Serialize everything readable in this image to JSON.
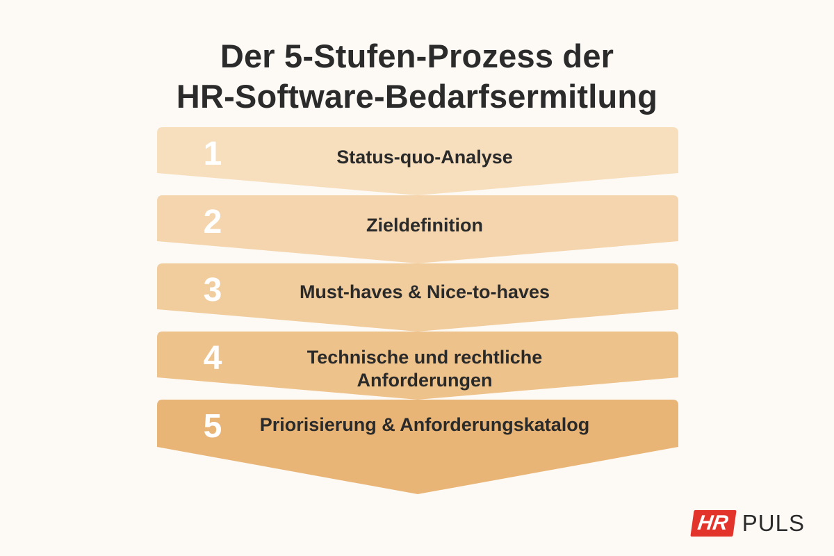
{
  "title": {
    "line1": "Der 5-Stufen-Prozess der",
    "line2": "HR-Software-Bedarfsermitlung"
  },
  "steps": [
    {
      "number": "1",
      "label": "Status-quo-Analyse",
      "color": "#f7dfbe"
    },
    {
      "number": "2",
      "label": "Zieldefinition",
      "color": "#f4d5ad"
    },
    {
      "number": "3",
      "label": "Must-haves & Nice-to-haves",
      "color": "#f1cc9d"
    },
    {
      "number": "4",
      "label": "Technische und rechtliche Anforderungen",
      "color": "#eec28b"
    },
    {
      "number": "5",
      "label": "Priorisierung & Anforderungskatalog",
      "color": "#e8b577"
    }
  ],
  "logo": {
    "badge": "HR",
    "text": "PULS",
    "badge_color": "#e3342b"
  }
}
